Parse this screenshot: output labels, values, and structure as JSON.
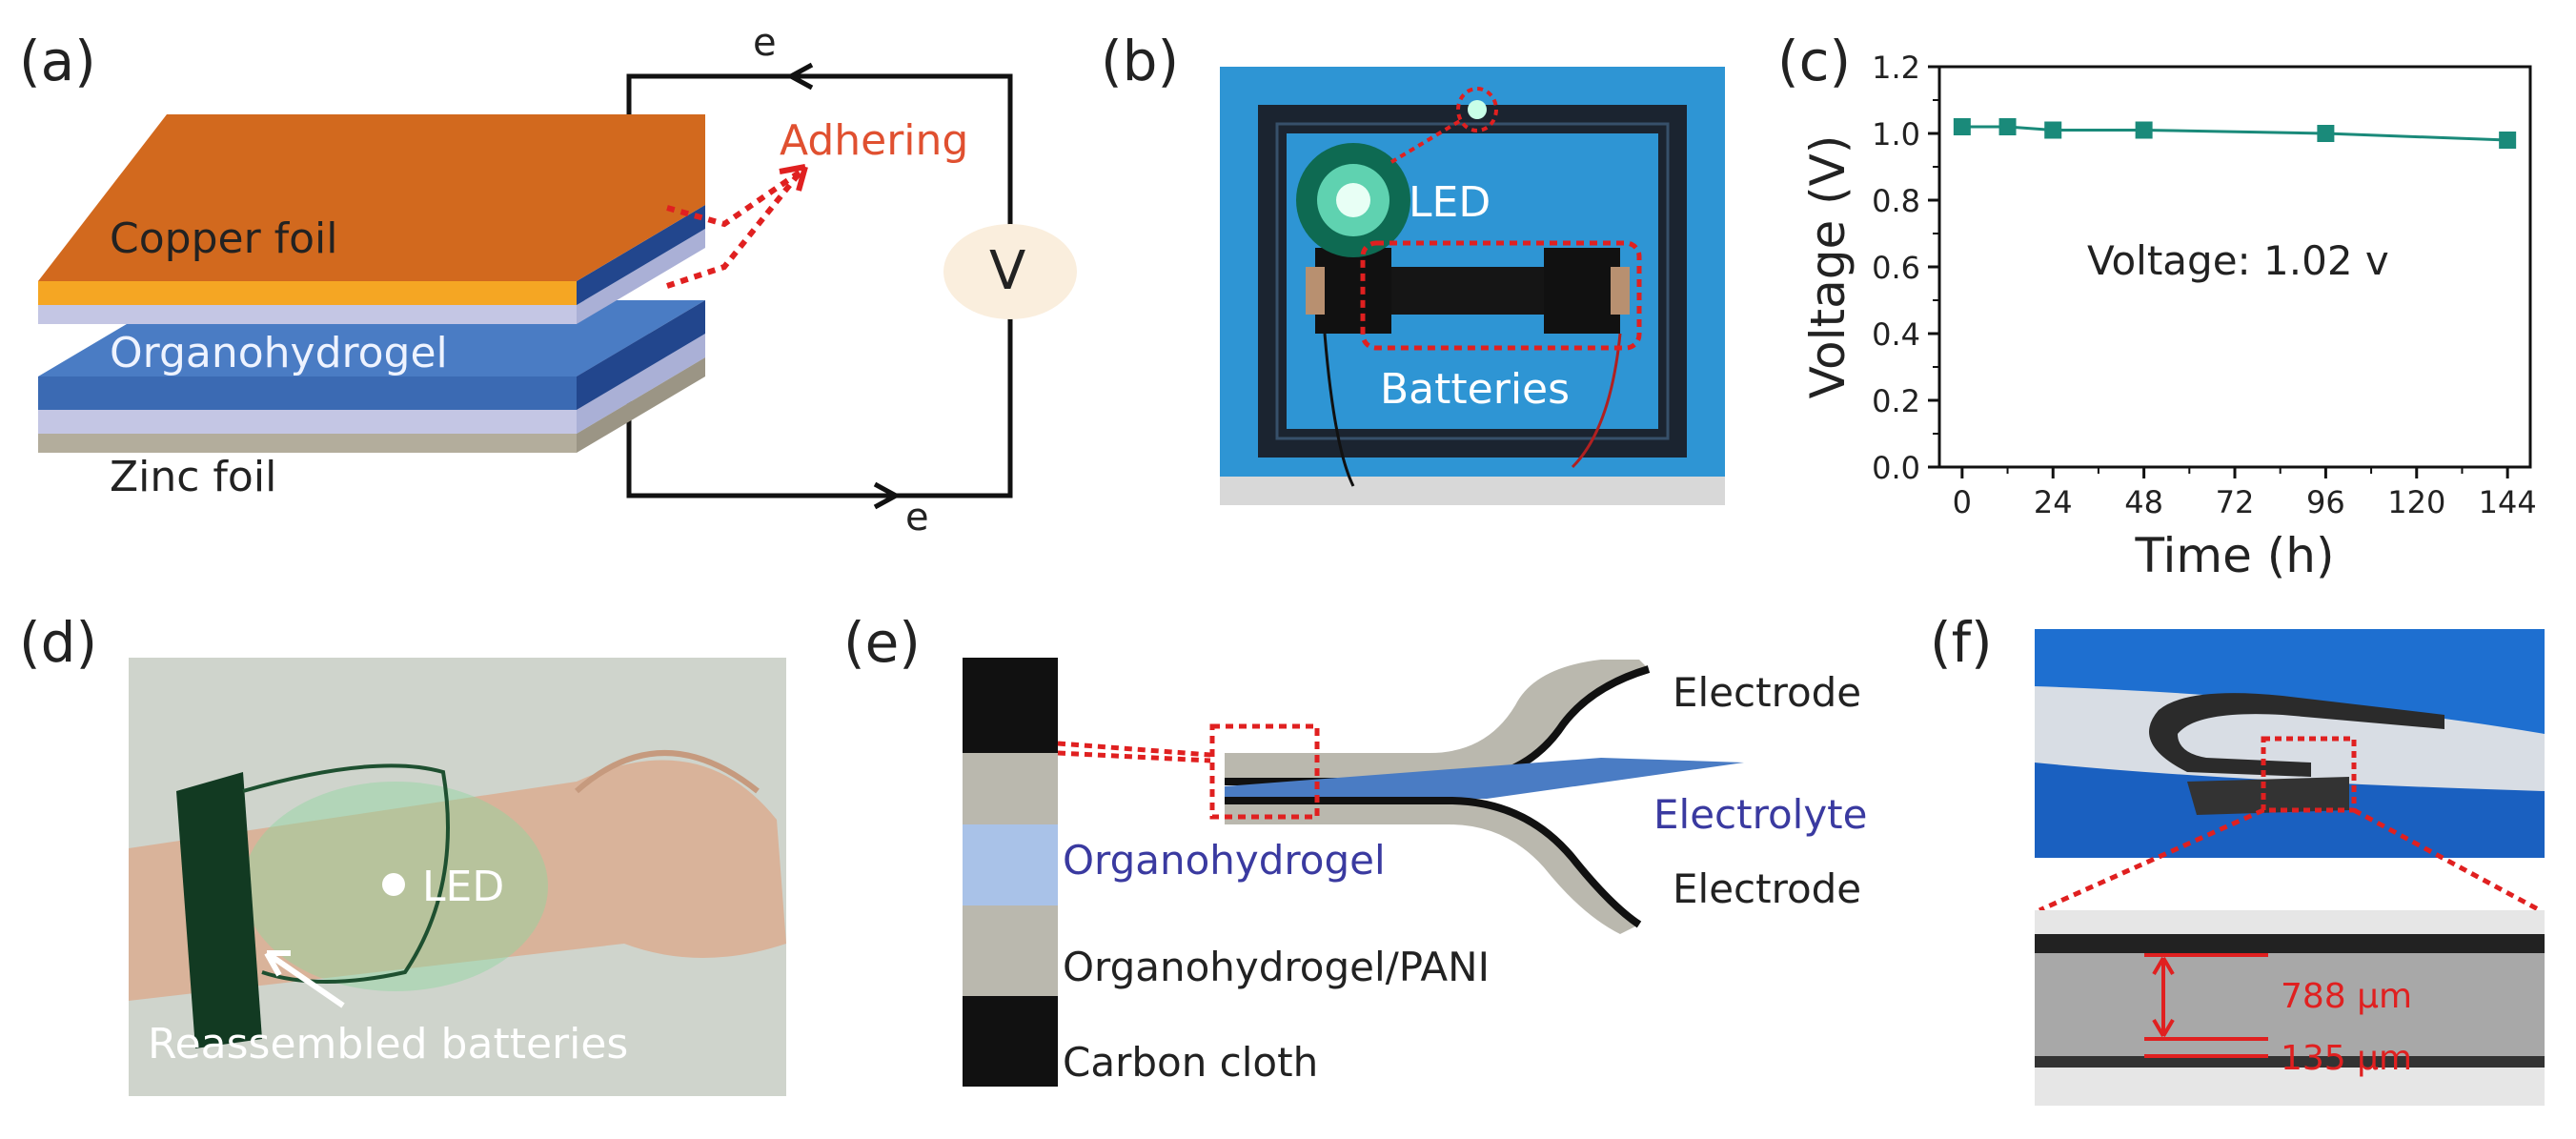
{
  "panels": {
    "a": {
      "label": "(a)",
      "copper": "Copper foil",
      "organo": "Organohydrogel",
      "zinc": "Zinc foil",
      "adhering": "Adhering",
      "meter": "V",
      "e_top": "e",
      "e_bottom": "e"
    },
    "b": {
      "label": "(b)",
      "led": "LED",
      "batteries": "Batteries"
    },
    "c": {
      "label": "(c)",
      "annotation": "Voltage: 1.02 v"
    },
    "d": {
      "label": "(d)",
      "led": "LED",
      "reassembled": "Reassembled batteries"
    },
    "e": {
      "label": "(e)",
      "layer_organo": "Organohydrogel",
      "layer_pani": "Organohydrogel/PANI",
      "layer_carbon": "Carbon cloth",
      "electrode_top": "Electrode",
      "electrolyte": "Electrolyte",
      "electrode_bottom": "Electrode"
    },
    "f": {
      "label": "(f)",
      "thickness_1": "788 μm",
      "thickness_2": "135 μm"
    }
  },
  "colors": {
    "copper": "#d2691e",
    "organo": "#3c6db5",
    "zinc": "#b5b0a0",
    "series": "#1a8a7a",
    "red": "#e02020",
    "blue_text": "#3a3aa0"
  },
  "chart_data": {
    "type": "line",
    "x": [
      0,
      12,
      24,
      48,
      96,
      144
    ],
    "values": [
      1.02,
      1.02,
      1.01,
      1.01,
      1.0,
      0.98
    ],
    "xticks": [
      "0",
      "24",
      "48",
      "72",
      "96",
      "120",
      "144"
    ],
    "yticks": [
      "0.0",
      "0.2",
      "0.4",
      "0.6",
      "0.8",
      "1.0",
      "1.2"
    ],
    "xlabel": "Time (h)",
    "ylabel": "Voltage (V)",
    "xlim": [
      -6,
      150
    ],
    "ylim": [
      0,
      1.2
    ],
    "grid": false
  }
}
